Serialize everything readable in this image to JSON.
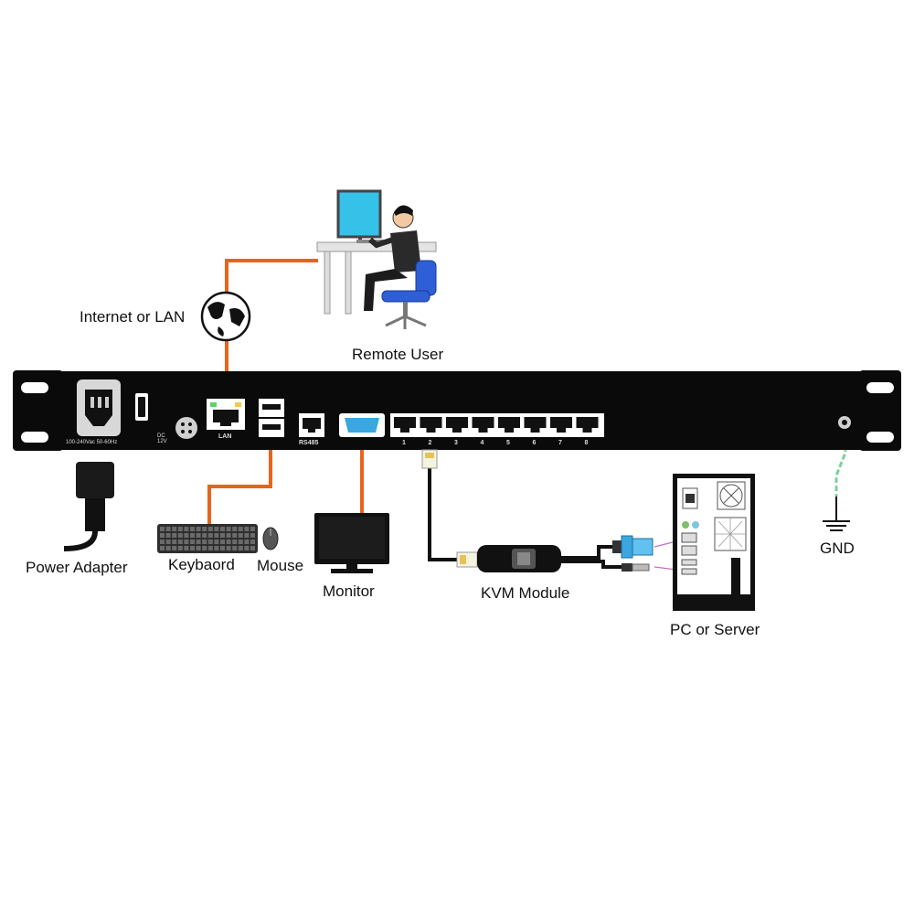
{
  "labels": {
    "internet": "Internet or LAN",
    "remote_user": "Remote User",
    "power_adapter": "Power Adapter",
    "keyboard": "Keybaord",
    "mouse": "Mouse",
    "monitor": "Monitor",
    "kvm_module": "KVM Module",
    "pc_server": "PC or Server",
    "gnd": "GND"
  },
  "panel": {
    "power_rating": "100-240Vac 50-60Hz",
    "dc_label": "DC 12V",
    "lan": "LAN",
    "rs485": "RS485",
    "ports": [
      "1",
      "2",
      "3",
      "4",
      "5",
      "6",
      "7",
      "8"
    ]
  },
  "colors": {
    "cable_orange": "#e8641b",
    "ground_green": "#7fcf9a",
    "chassis": "#0a0a0a",
    "chair_blue": "#2f5fd6",
    "screen_cyan": "#36c1e8",
    "vga_blue": "#3aa7e0"
  }
}
